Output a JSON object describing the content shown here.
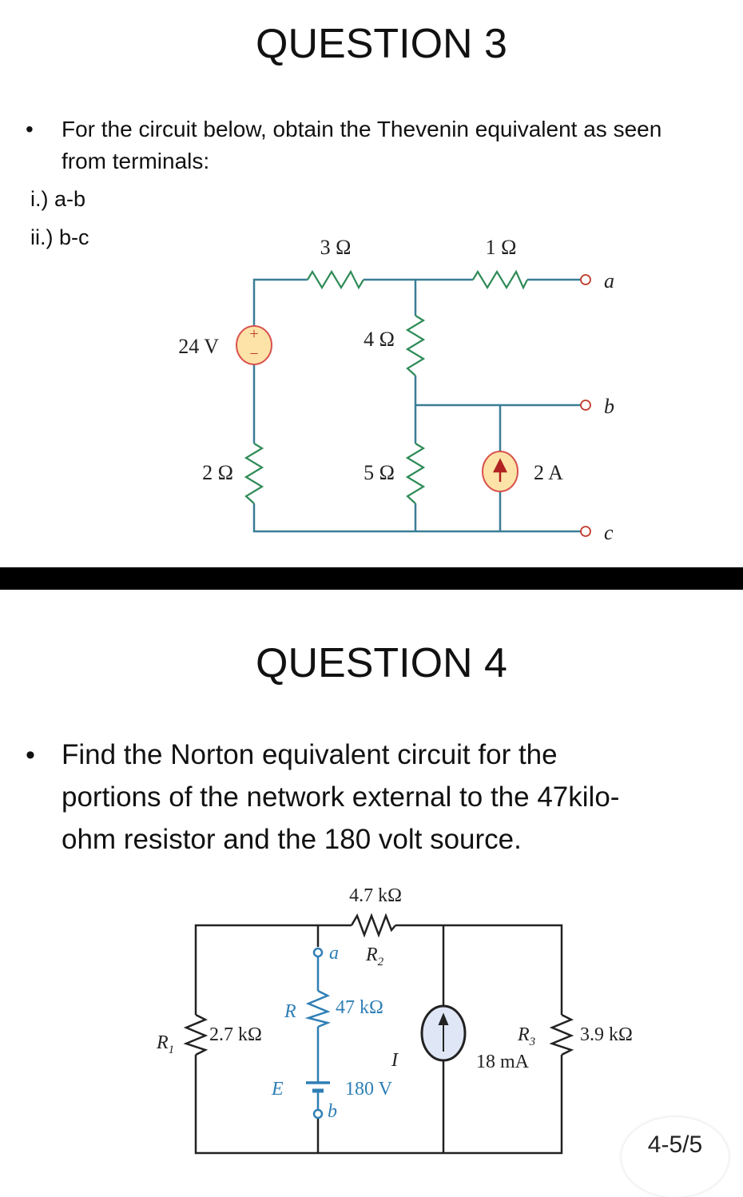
{
  "question3": {
    "title": "QUESTION 3",
    "bullet": "•",
    "text_line1": "For the circuit below, obtain the Thevenin equivalent as seen",
    "text_line2": "from terminals:",
    "parts": [
      "i.) a-b",
      "ii.) b-c"
    ],
    "circuit": {
      "r_top_left": "3 Ω",
      "r_top_right": "1 Ω",
      "voltage_source": "24 V",
      "r_mid": "4 Ω",
      "r_left_bottom": "2 Ω",
      "r_mid_bottom": "5 Ω",
      "current_source": "2 A",
      "terminal_a": "a",
      "terminal_b": "b",
      "terminal_c": "c",
      "plus": "+",
      "minus": "−"
    }
  },
  "question4": {
    "title": "QUESTION 4",
    "bullet": "•",
    "text_line1": "Find the Norton equivalent circuit for the",
    "text_line2": "portions of the network external to the 47kilo-",
    "text_line3": "ohm resistor and the 180 volt source.",
    "circuit": {
      "r2_value": "4.7 kΩ",
      "r2_label": "R",
      "r2_sub": "2",
      "r1_label": "R",
      "r1_sub": "1",
      "r1_value": "2.7 kΩ",
      "r_label": "R",
      "r_value": "47 kΩ",
      "e_label": "E",
      "e_value": "180 V",
      "i_label": "I",
      "i_value": "18 mA",
      "r3_label": "R",
      "r3_sub": "3",
      "r3_value": "3.9 kΩ",
      "terminal_a": "a",
      "terminal_b": "b"
    }
  },
  "page_indicator": "4-5/5",
  "colors": {
    "wire1": "#3a7d96",
    "resistor1": "#2e8b57",
    "source_fill": "#fde3a7",
    "source_stroke": "#d9534f",
    "wire2": "#222222",
    "blue2": "#2f7fb5",
    "isource_fill": "#dfe6f5"
  }
}
